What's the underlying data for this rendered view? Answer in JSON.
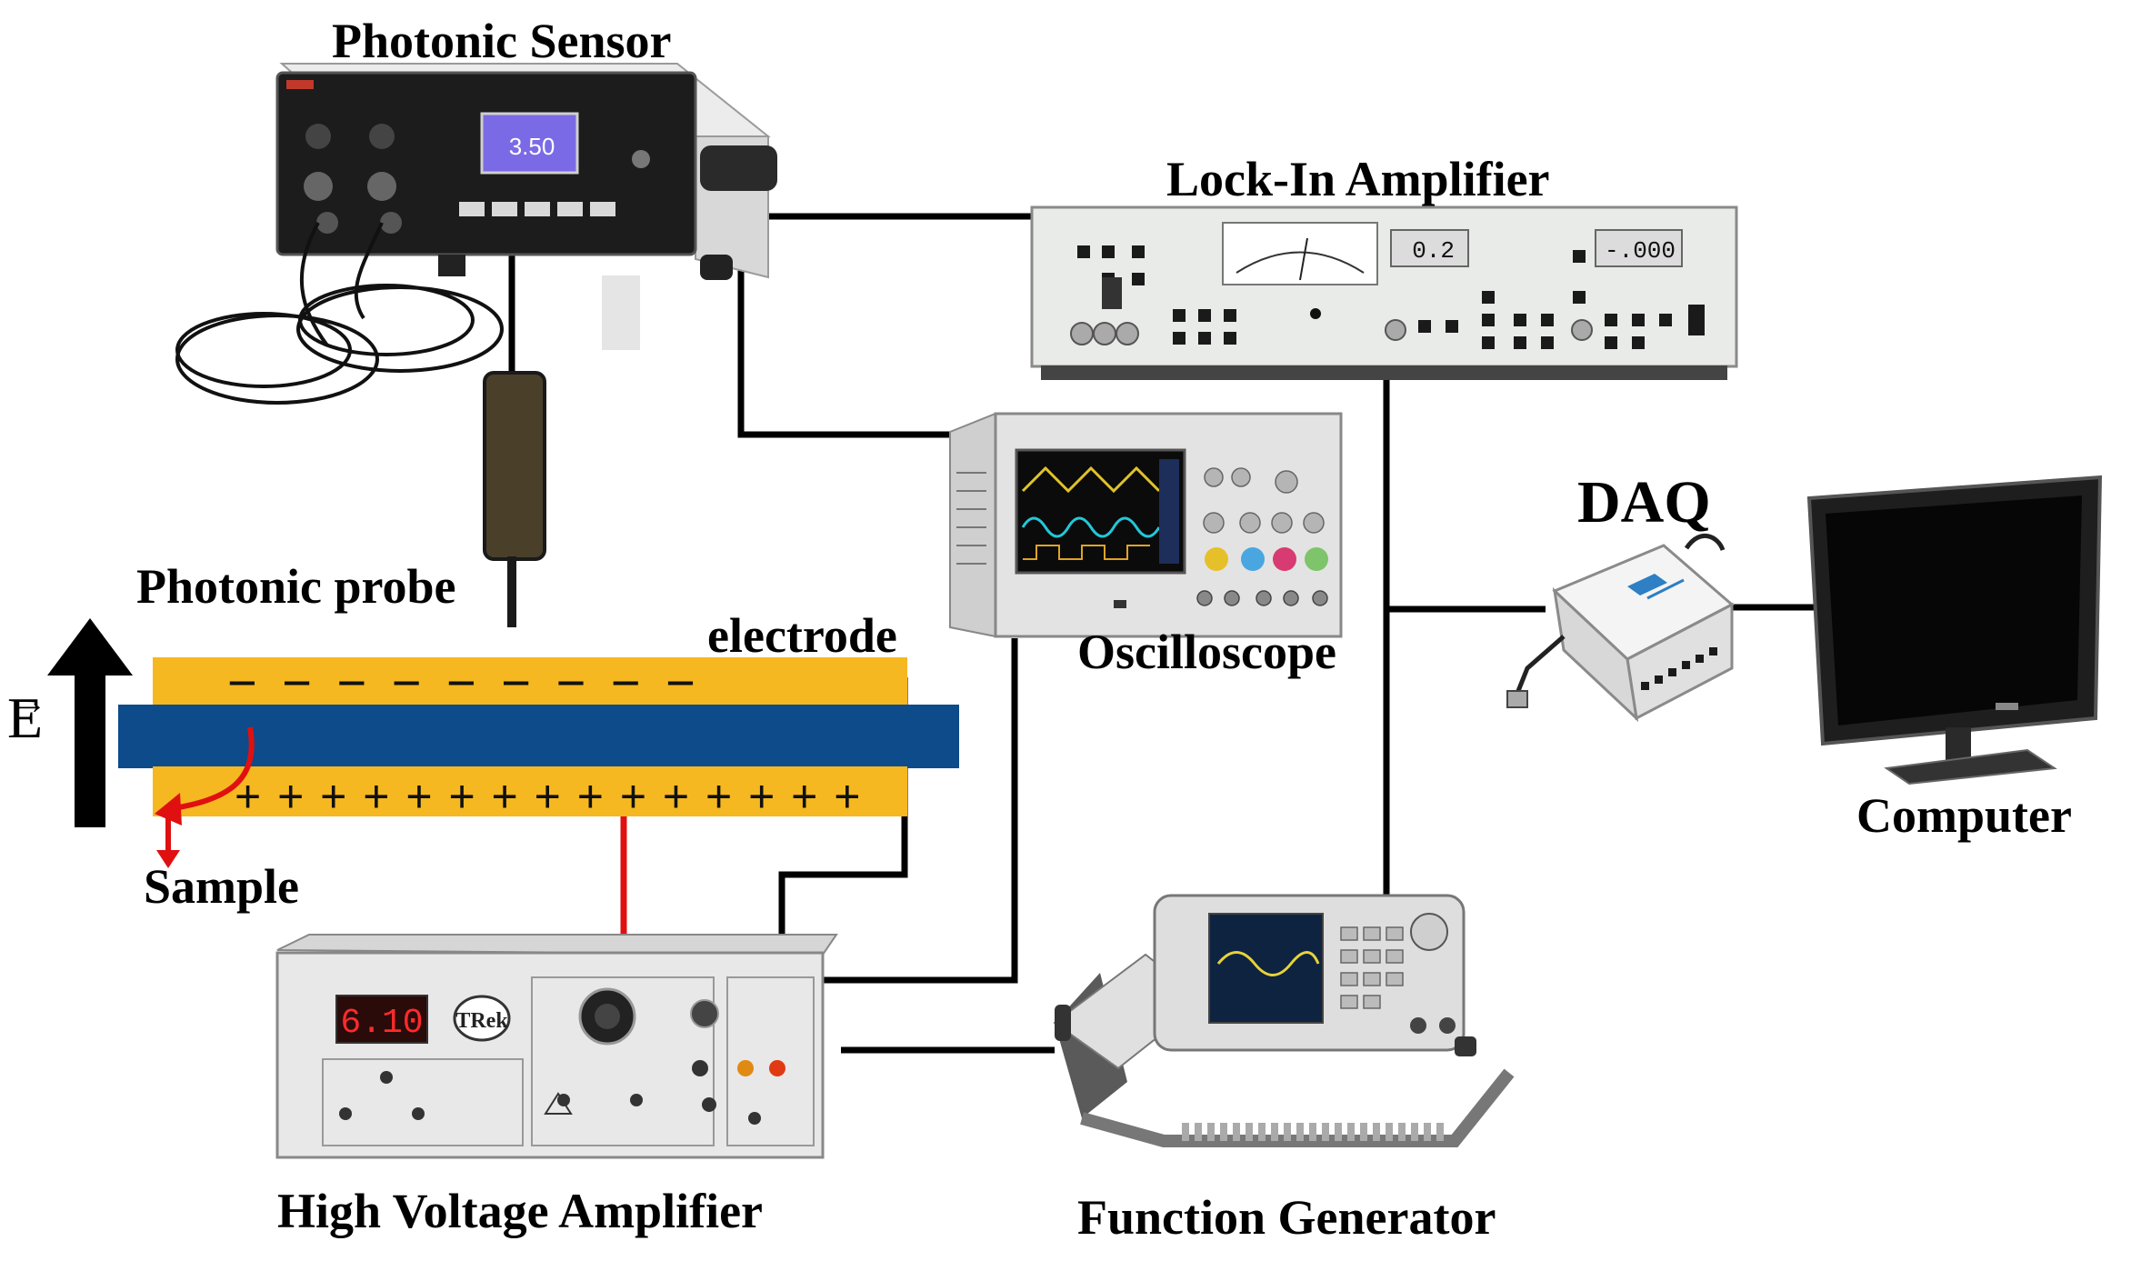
{
  "labels": {
    "photonic_sensor": "Photonic Sensor",
    "lock_in_amplifier": "Lock-In Amplifier",
    "oscilloscope": "Oscilloscope",
    "daq": "DAQ",
    "computer": "Computer",
    "photonic_probe": "Photonic probe",
    "electrode": "electrode",
    "e_field": "E",
    "sample": "Sample",
    "high_voltage_amplifier": "High Voltage Amplifier",
    "function_generator": "Function Generator"
  },
  "device_readouts": {
    "photonic_sensor_display": "3.50",
    "lock_in_meter_left": "0.2",
    "lock_in_meter_right": "-.000",
    "hv_amplifier_display": "6.10",
    "hv_amplifier_brand": "TRek"
  },
  "electrode_charges": {
    "top": "− − − − − − − − −",
    "bottom": "+ + + + + + + + + + + + + + +"
  },
  "colors": {
    "electrode": "#f5b820",
    "sample": "#0d4b8a",
    "wire": "#000000",
    "hv_wire": "#e01010",
    "sample_arrow": "#e01010"
  }
}
